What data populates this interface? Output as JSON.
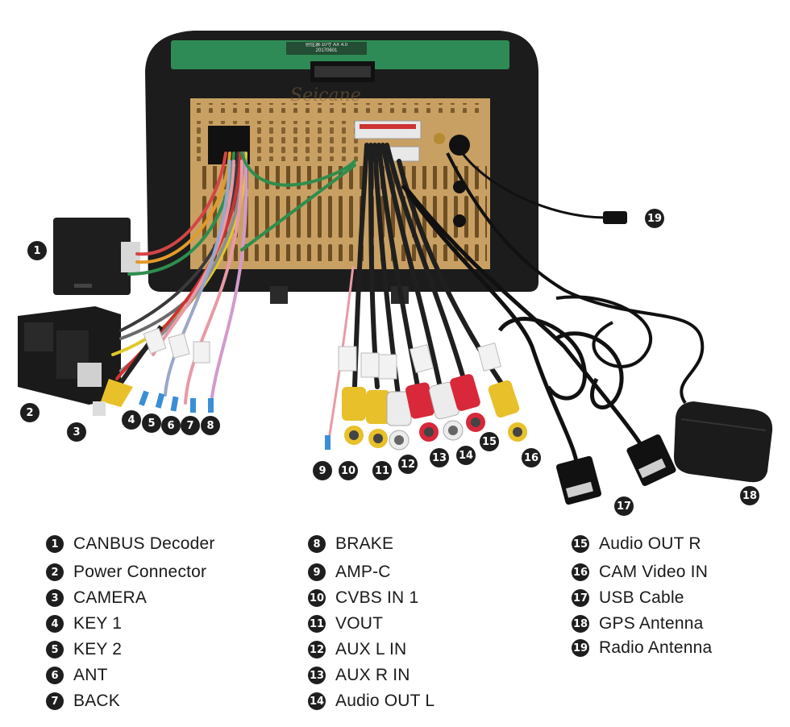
{
  "brand": "Seicane",
  "board_label": "创佳源·10寸 AX 4.0\n20170601",
  "callouts": [
    {
      "n": "1"
    },
    {
      "n": "2"
    },
    {
      "n": "3"
    },
    {
      "n": "4"
    },
    {
      "n": "5"
    },
    {
      "n": "6"
    },
    {
      "n": "7"
    },
    {
      "n": "8"
    },
    {
      "n": "9"
    },
    {
      "n": "10"
    },
    {
      "n": "11"
    },
    {
      "n": "12"
    },
    {
      "n": "13"
    },
    {
      "n": "14"
    },
    {
      "n": "15"
    },
    {
      "n": "16"
    },
    {
      "n": "17"
    },
    {
      "n": "18"
    },
    {
      "n": "19"
    }
  ],
  "legend": [
    {
      "n": "1",
      "label": "CANBUS Decoder"
    },
    {
      "n": "2",
      "label": "Power Connector"
    },
    {
      "n": "3",
      "label": "CAMERA"
    },
    {
      "n": "4",
      "label": "KEY 1"
    },
    {
      "n": "5",
      "label": "KEY 2"
    },
    {
      "n": "6",
      "label": "ANT"
    },
    {
      "n": "7",
      "label": "BACK"
    },
    {
      "n": "8",
      "label": "BRAKE"
    },
    {
      "n": "9",
      "label": "AMP-C"
    },
    {
      "n": "10",
      "label": "CVBS IN 1"
    },
    {
      "n": "11",
      "label": "VOUT"
    },
    {
      "n": "12",
      "label": "AUX L IN"
    },
    {
      "n": "13",
      "label": "AUX R IN"
    },
    {
      "n": "14",
      "label": "Audio OUT L"
    },
    {
      "n": "15",
      "label": "Audio OUT R"
    },
    {
      "n": "16",
      "label": "CAM Video IN"
    },
    {
      "n": "17",
      "label": "USB Cable"
    },
    {
      "n": "18",
      "label": "GPS Antenna"
    },
    {
      "n": "19",
      "label": "Radio Antenna"
    }
  ],
  "colors": {
    "housing": "#1b1b1b",
    "back_panel": "#c49a5c",
    "pcb": "#2e8b57",
    "yellow_rca": "#e8c02a",
    "red_rca": "#d8283a",
    "white_rca": "#ececec",
    "blue_tip": "#3a8fd4",
    "wire_pink": "#e89aa6",
    "wire_green": "#2f8d4e"
  }
}
